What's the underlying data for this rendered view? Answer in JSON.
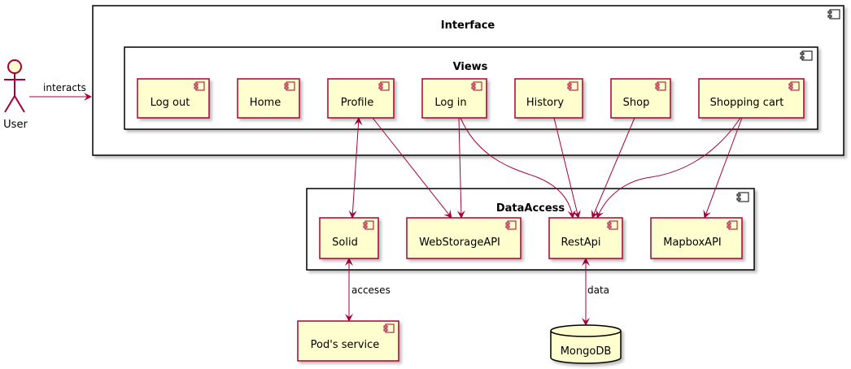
{
  "colors": {
    "component_fill": "#FEFECE",
    "component_border": "#A80036",
    "arrow": "#A80036",
    "container_border": "#000000",
    "container_fill": "#FFFFFF",
    "shadow": "#D0D0D0"
  },
  "actor": {
    "label": "User"
  },
  "containers": {
    "interface": "Interface",
    "views": "Views",
    "data_access": "DataAccess"
  },
  "views": {
    "log_out": "Log out",
    "home": "Home",
    "profile": "Profile",
    "log_in": "Log in",
    "history": "History",
    "shop": "Shop",
    "shopping_cart": "Shopping cart"
  },
  "data_access": {
    "solid": "Solid",
    "web_storage": "WebStorageAPI",
    "rest_api": "RestApi",
    "mapbox": "MapboxAPI"
  },
  "external": {
    "pods_service": "Pod's service",
    "mongodb": "MongoDB"
  },
  "edge_labels": {
    "interacts": "interacts",
    "acceses": "acceses",
    "data": "data"
  }
}
